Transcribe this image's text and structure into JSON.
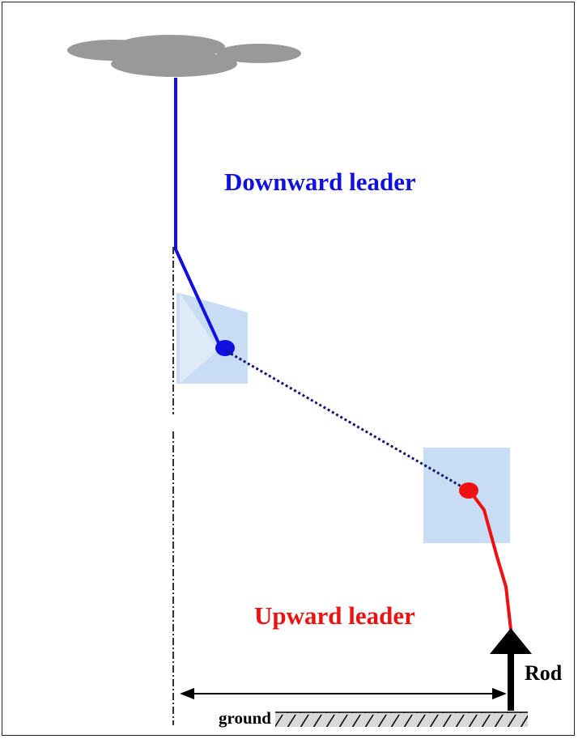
{
  "labels": {
    "downward_leader": "Downward leader",
    "upward_leader": "Upward leader",
    "rod": "Rod",
    "ground": "ground"
  },
  "colors": {
    "downward": "#1010e0",
    "upward": "#ee1111",
    "cloud": "#999999",
    "patch": "#c8dcf4",
    "ground_fill": "#d8d8d8",
    "ink": "#000000"
  },
  "icons": {
    "cloud": "cloud-icon",
    "rod_arrow": "arrow-up-icon",
    "distance_arrow": "double-arrow-icon"
  }
}
